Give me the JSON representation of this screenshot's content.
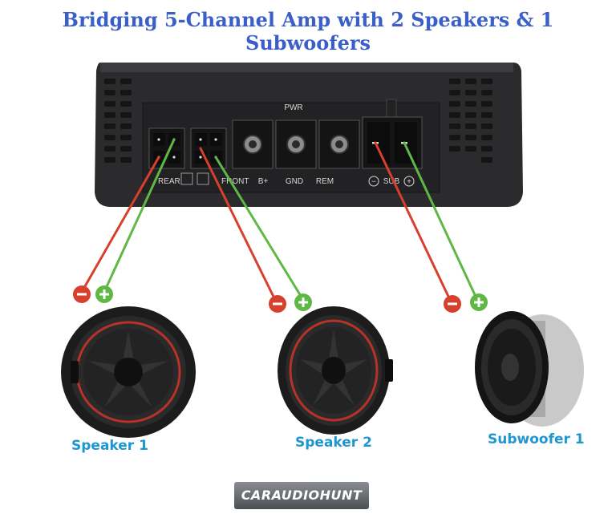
{
  "title": "Bridging 5-Channel Amp with 2 Speakers & 1 Subwoofers",
  "amp_labels": {
    "pwr": "PWR",
    "rear": "REAR",
    "front": "FRONT",
    "bplus": "B+",
    "gnd": "GND",
    "rem": "REM",
    "sub": "SUB",
    "minus_symbol": "−",
    "plus_symbol": "+"
  },
  "speakers": [
    {
      "label": "Speaker 1"
    },
    {
      "label": "Speaker 2"
    },
    {
      "label": "Subwoofer 1"
    }
  ],
  "logo": "CARAUDIOHUNT",
  "colors": {
    "title": "#3a5fc8",
    "speaker_label": "#1e96d2",
    "negative_wire": "#d6402c",
    "positive_wire": "#5fb844",
    "amp_body": "#2b2b2d"
  }
}
